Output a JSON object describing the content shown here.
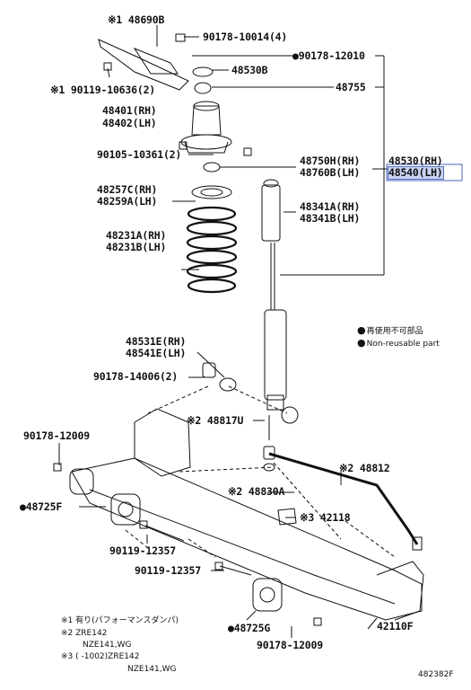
{
  "labels": {
    "p48690B": "※1 48690B",
    "p90178_10014": "90178-10014(4)",
    "p90178_12010": "●90178-12010",
    "p48530B": "48530B",
    "p90119_10636": "※1 90119-10636(2)",
    "p48755": "48755",
    "p48401": "48401(RH)",
    "p48402": "48402(LH)",
    "p90105_10361": "90105-10361(2)",
    "p48750H": "48750H(RH)",
    "p48760B": "48760B(LH)",
    "p48530_rh": "48530(RH)",
    "p48540_lh": "48540(LH)",
    "p48257C": "48257C(RH)",
    "p48259A": "48259A(LH)",
    "p48341A": "48341A(RH)",
    "p48341B": "48341B(LH)",
    "p48231A": "48231A(RH)",
    "p48231B": "48231B(LH)",
    "p48531E": "48531E(RH)",
    "p48541E": "48541E(LH)",
    "p90178_14006": "90178-14006(2)",
    "p48817U": "※2 48817U",
    "p90178_12009a": "90178-12009",
    "p48812": "※2 48812",
    "p48830A": "※2 48830A",
    "p48725F": "●48725F",
    "p42118": "※3 42118",
    "p90119_12357a": "90119-12357",
    "p90119_12357b": "90119-12357",
    "p48725G": "●48725G",
    "p42110F": "42110F",
    "p90178_12009b": "90178-12009"
  },
  "legend": {
    "reuse_jp": "再使用不可部品",
    "reuse_en": "Non-reusable part"
  },
  "notes": {
    "n1": "※1  有り(パフォーマンスダンパ)",
    "n2a": "※2  ZRE142",
    "n2b": "NZE141,WG",
    "n3a": "※3  (      -1002)ZRE142",
    "n3b": "NZE141,WG"
  },
  "figure_id": "482382F"
}
